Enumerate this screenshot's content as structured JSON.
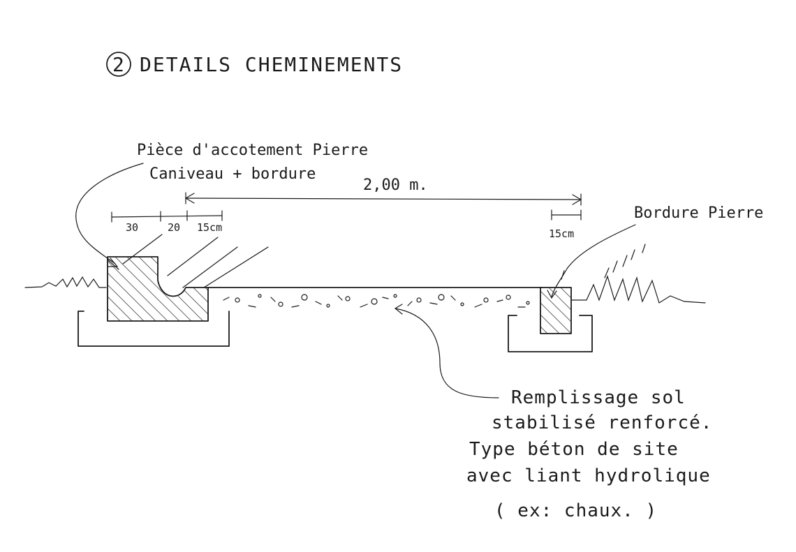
{
  "title": {
    "number": "2",
    "text": "DETAILS CHEMINEMENTS"
  },
  "labels": {
    "left_piece_line1": "Pièce d'accotement Pierre",
    "left_piece_line2": "Caniveau + bordure",
    "right_piece": "Bordure Pierre",
    "overall_width": "2,00 m.",
    "dim_30": "30",
    "dim_20": "20",
    "dim_15_left": "15cm",
    "dim_15_right": "15cm"
  },
  "fill_note": {
    "line1": "Remplissage sol",
    "line2": "stabilisé renforcé.",
    "line3": "Type béton de site",
    "line4": "avec liant hydrolique",
    "line5": "( ex: chaux. )"
  }
}
